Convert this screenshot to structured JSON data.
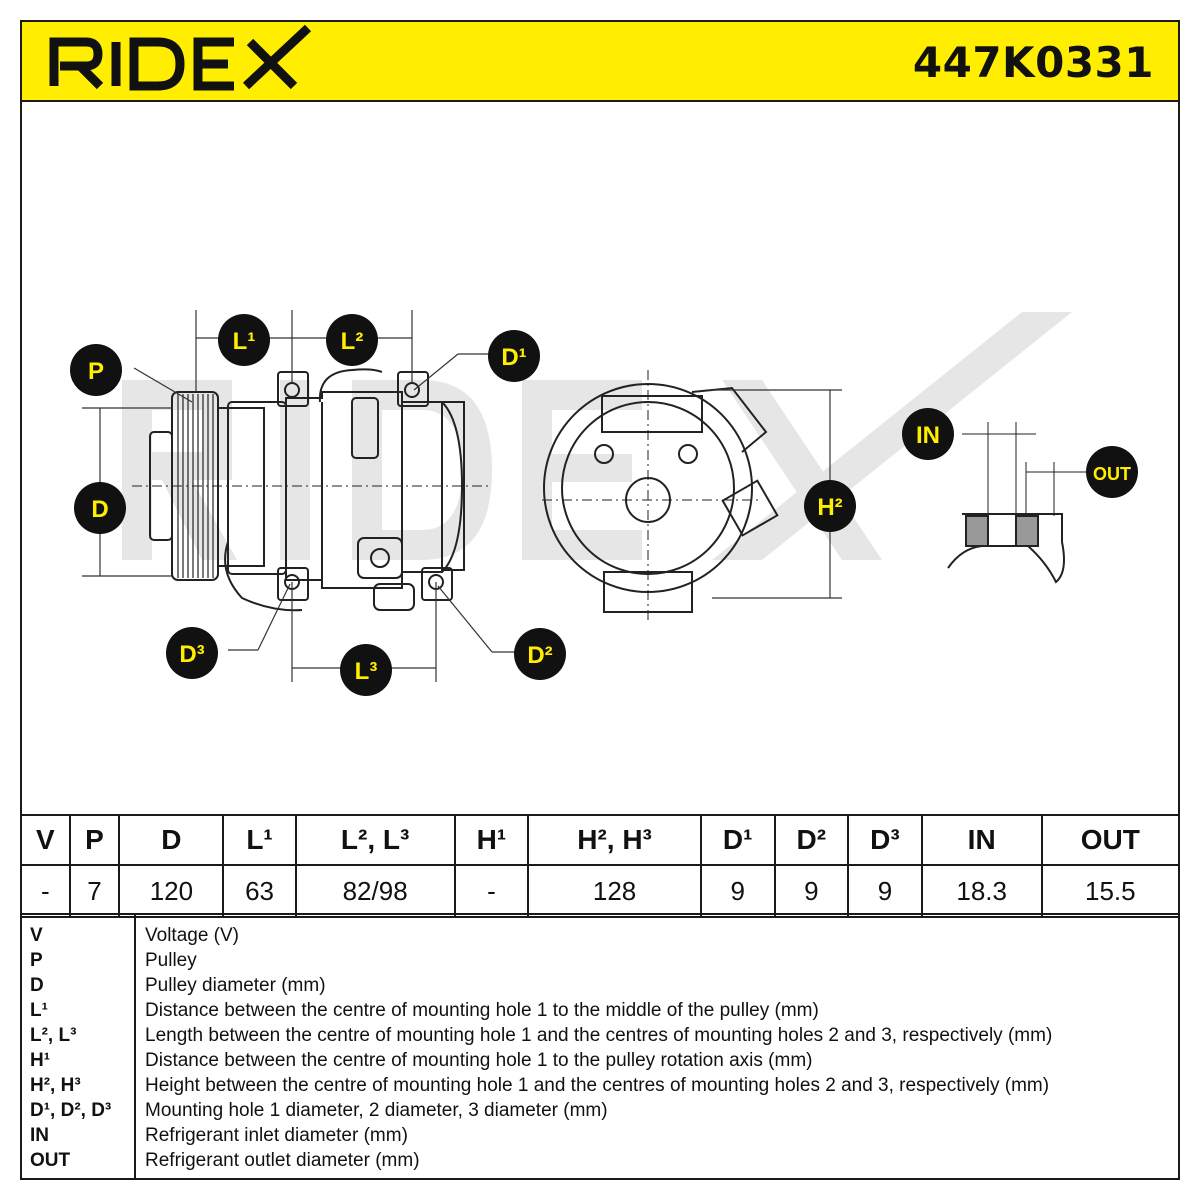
{
  "header": {
    "brand": "RIDEX",
    "part_number": "447K0331"
  },
  "drawing": {
    "labels": {
      "P": "P",
      "D": "D",
      "L1": "L¹",
      "L2": "L²",
      "L3": "L³",
      "D1": "D¹",
      "D2": "D²",
      "D3": "D³",
      "H2": "H²",
      "IN": "IN",
      "OUT": "OUT"
    }
  },
  "spec_table": {
    "headers": [
      "V",
      "P",
      "D",
      "L¹",
      "L², L³",
      "H¹",
      "H², H³",
      "D¹",
      "D²",
      "D³",
      "IN",
      "OUT"
    ],
    "values": [
      "-",
      "7",
      "120",
      "63",
      "82/98",
      "-",
      "128",
      "9",
      "9",
      "9",
      "18.3",
      "15.5"
    ]
  },
  "legend": [
    {
      "key": "V",
      "text": "Voltage (V)"
    },
    {
      "key": "P",
      "text": "Pulley"
    },
    {
      "key": "D",
      "text": "Pulley diameter (mm)"
    },
    {
      "key": "L¹",
      "text": "Distance between the centre of mounting hole 1 to the middle of the pulley (mm)"
    },
    {
      "key": "L², L³",
      "text": "Length between the centre of mounting hole 1 and the centres of mounting holes 2 and 3, respectively (mm)"
    },
    {
      "key": "H¹",
      "text": "Distance between the centre of mounting hole 1 to the pulley rotation axis (mm)"
    },
    {
      "key": "H², H³",
      "text": "Height between the centre of mounting hole 1 and the centres of mounting holes 2 and 3, respectively (mm)"
    },
    {
      "key": "D¹, D², D³",
      "text": "Mounting hole 1 diameter, 2 diameter, 3 diameter (mm)"
    },
    {
      "key": "IN",
      "text": "Refrigerant inlet diameter (mm)"
    },
    {
      "key": "OUT",
      "text": "Refrigerant outlet diameter (mm)"
    }
  ]
}
